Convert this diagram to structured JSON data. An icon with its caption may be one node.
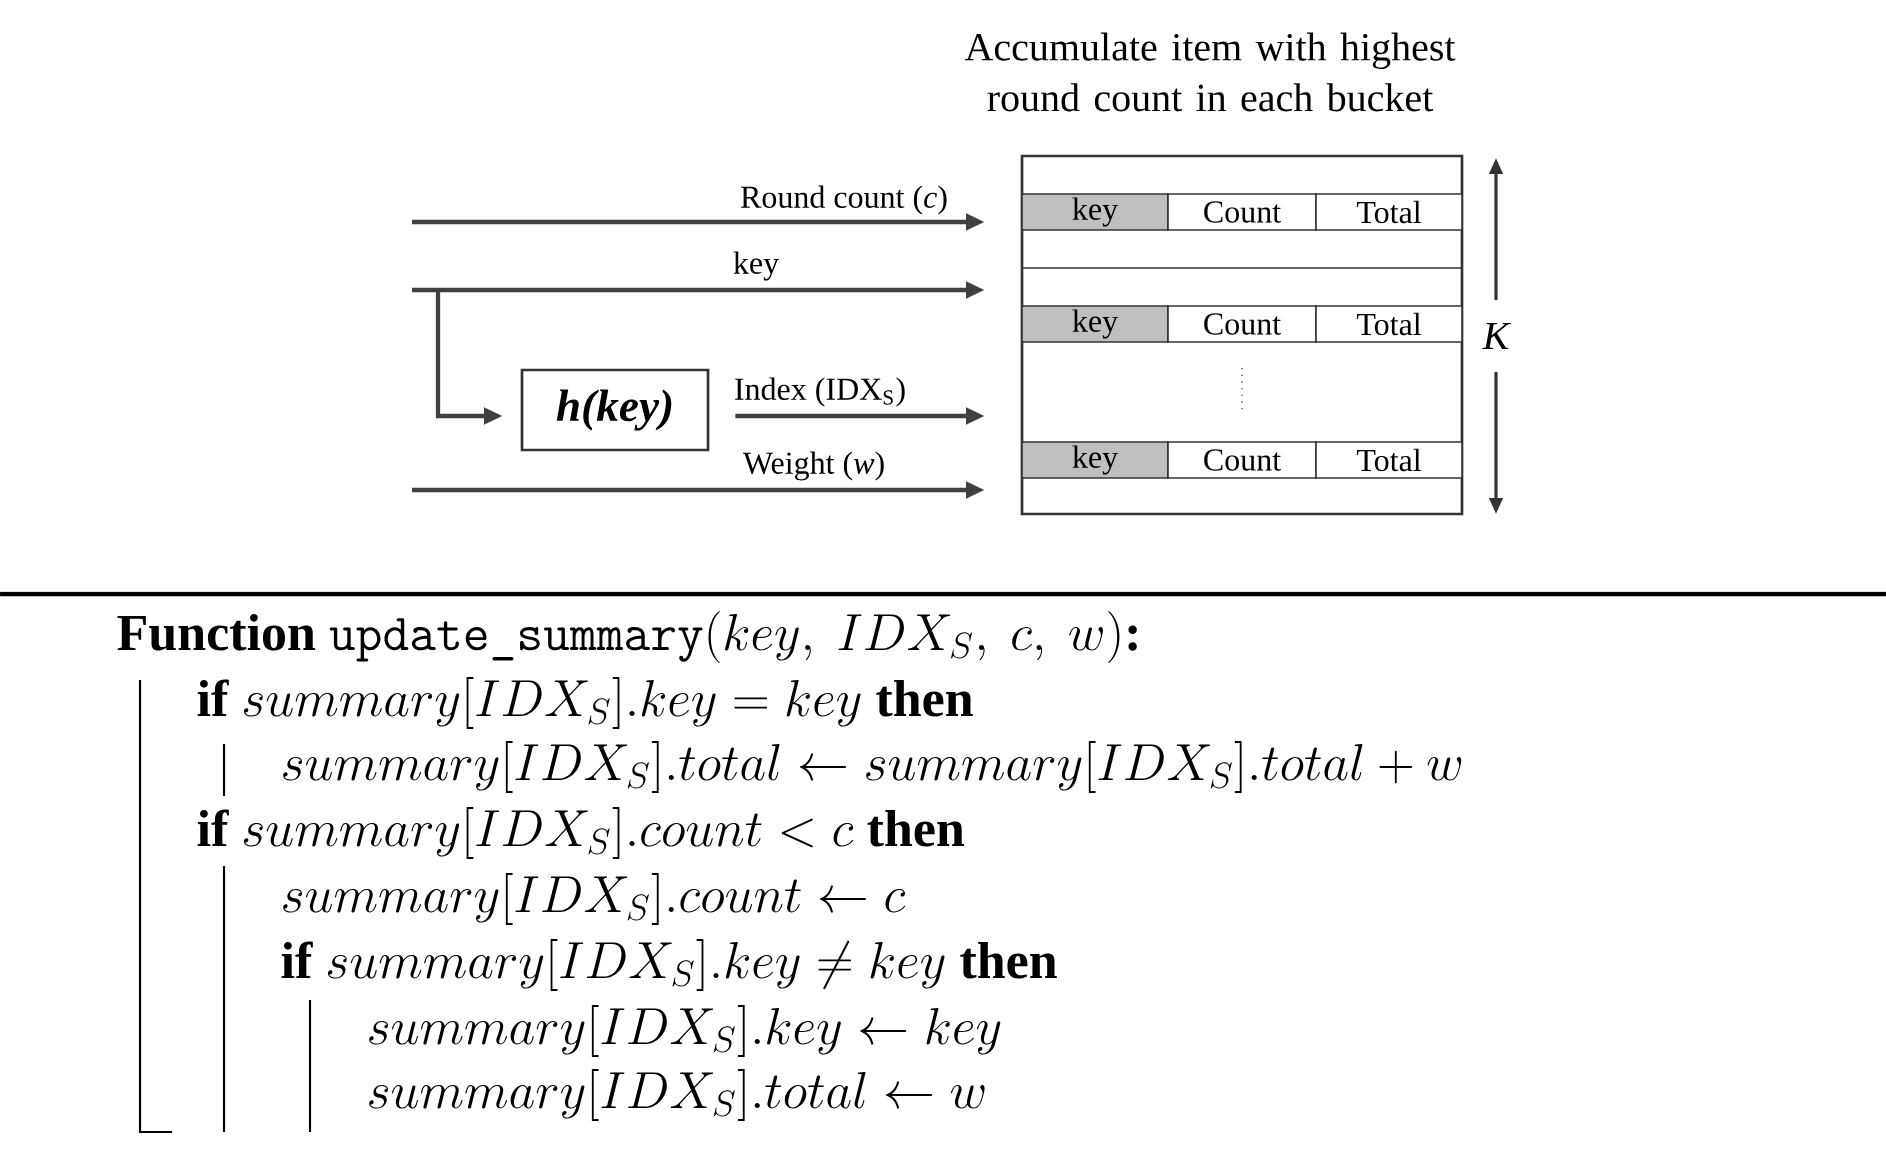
{
  "diagram": {
    "title": "Accumulate item with highest round count in each bucket",
    "nodes": [
      {
        "text": [],
        "shape": "box"
      },
      {
        "text": [
          "h(key)"
        ]
      }
    ],
    "edges": [
      {
        "from": null,
        "to": 0,
        "arrow": "to",
        "label": "Round count (*c*)"
      },
      {
        "from": null,
        "to": 0,
        "arrow": "to",
        "label": "key"
      },
      {
        "from": null,
        "to": 1,
        "arrow": "to"
      },
      {
        "from": 1,
        "to": 0,
        "arrow": "to",
        "label": "Index (IDX$_{S}$)"
      },
      {
        "from": null,
        "to": 0,
        "arrow": "to",
        "label": "Weight (*w*)"
      }
    ],
    "labels": [
      "key",
      "Count",
      "Total",
      "key",
      "Count",
      "Total",
      "key",
      "Count",
      "Total",
      "K",
      "\\textbf{Function}\\ \\texttt{update\\_summary}(key,\\ IDX_S,\\ c,\\ w)\\textbf{:}",
      "\\textbf{if}\\ summary[IDX_S].key = key\\ \\textbf{then}",
      "summary[IDX_S].total \\leftarrow summary[IDX_S].total + w",
      "\\textbf{if}\\ summary[IDX_S].count < c\\ \\textbf{then}",
      "summary[IDX_S].count \\leftarrow c",
      "\\textbf{if}\\ summary[IDX_S].key \\neq key\\ \\textbf{then}",
      "summary[IDX_S].key \\leftarrow key",
      "summary[IDX_S].total \\leftarrow w"
    ]
  }
}
